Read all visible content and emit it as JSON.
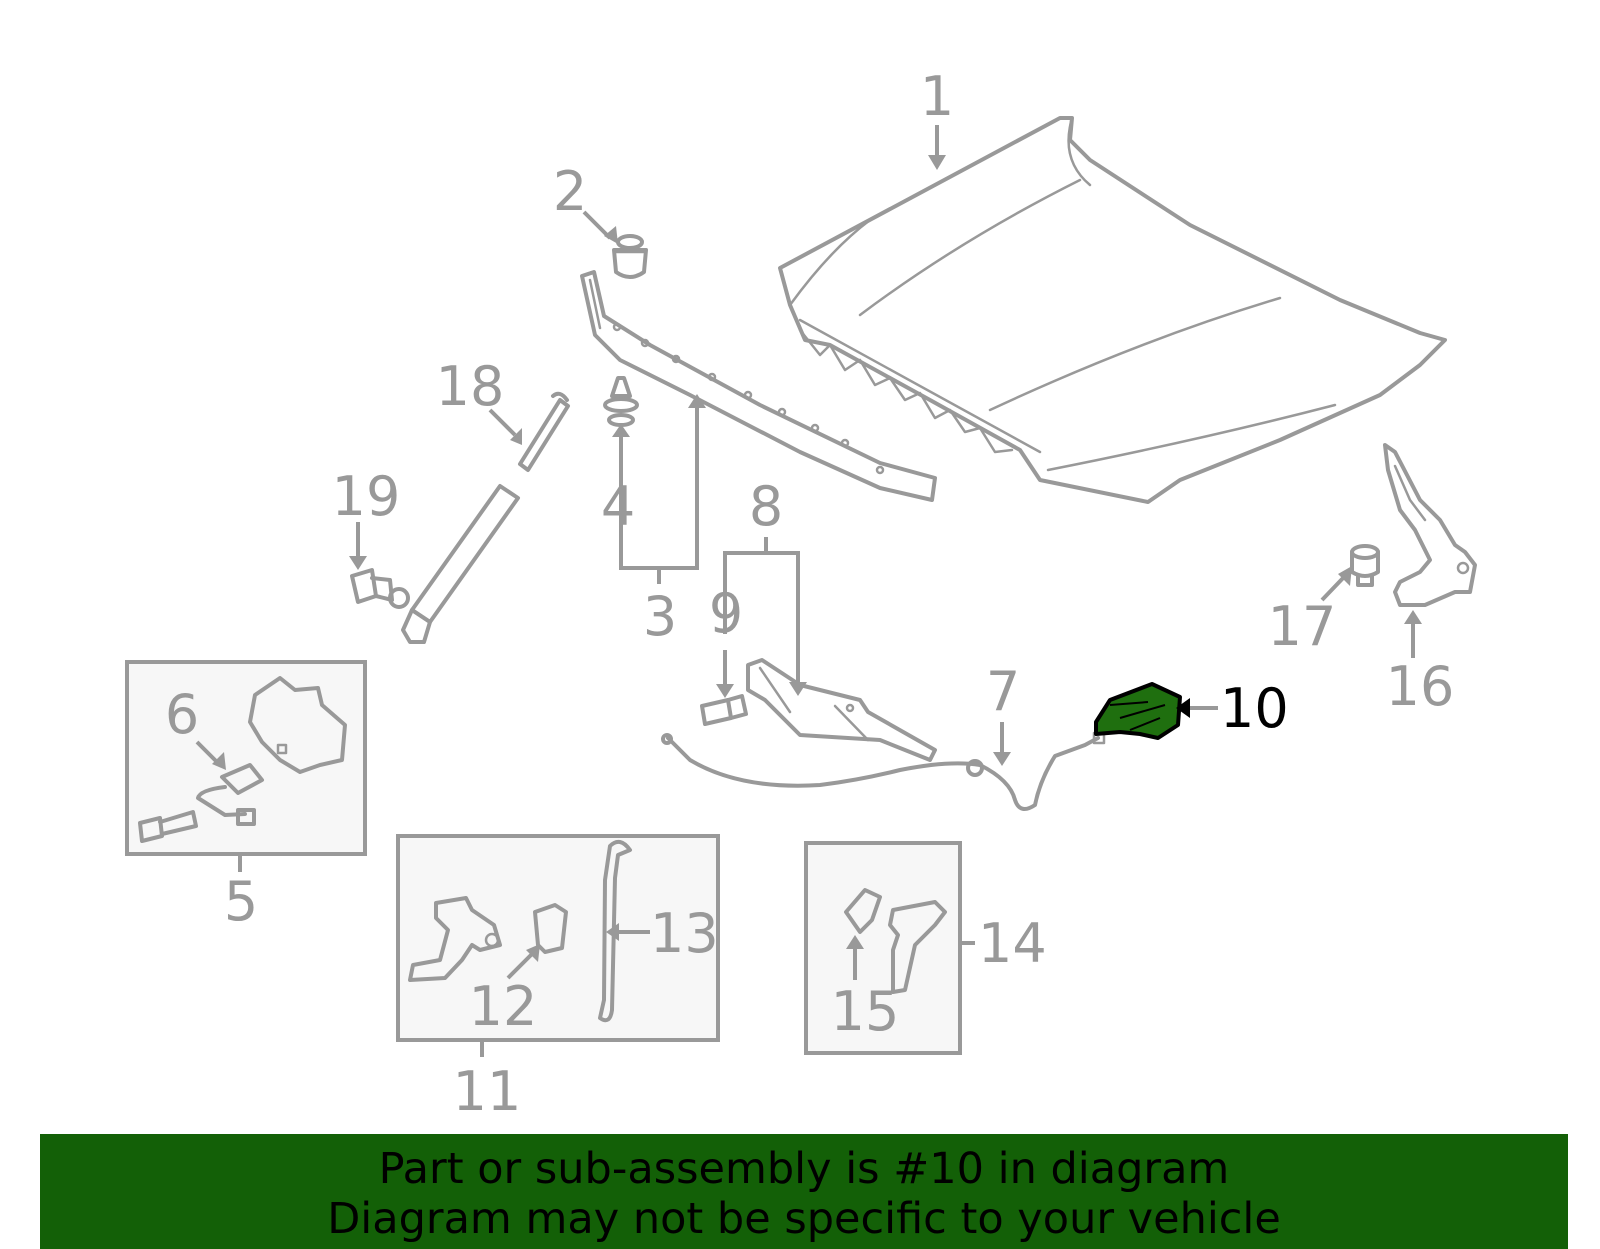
{
  "colors": {
    "line": "#999999",
    "highlight_fill": "#1f6f0f",
    "highlight_stroke": "#000000",
    "banner_background": "#136007",
    "banner_text": "#000000",
    "box_fill": "#f7f7f7"
  },
  "highlighted_callout": "10",
  "callouts": {
    "c1": "1",
    "c2": "2",
    "c3": "3",
    "c4": "4",
    "c5": "5",
    "c6": "6",
    "c7": "7",
    "c8": "8",
    "c9": "9",
    "c10": "10",
    "c11": "11",
    "c12": "12",
    "c13": "13",
    "c14": "14",
    "c15": "15",
    "c16": "16",
    "c17": "17",
    "c18": "18",
    "c19": "19"
  },
  "banner": {
    "line1": "Part or sub-assembly is #10 in diagram",
    "line2": "Diagram may not be specific to your vehicle"
  }
}
